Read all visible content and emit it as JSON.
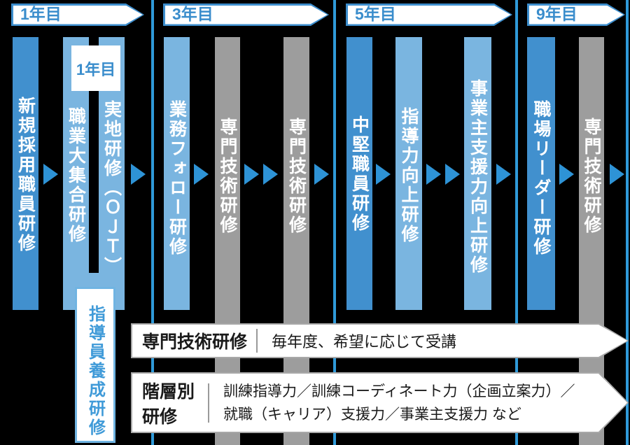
{
  "palette": {
    "background": "#000000",
    "bar_dark_blue": "#4190ce",
    "bar_light_blue": "#7ab5e0",
    "bar_gray": "#9d9d9d",
    "flow_arrow_blue": "#2e93d6",
    "divider_blue": "#2f9ad9",
    "header_text_blue": "#3a8dcc",
    "white": "#ffffff"
  },
  "year_headers": [
    {
      "label": "1年目"
    },
    {
      "label": "3年目"
    },
    {
      "label": "5年目"
    },
    {
      "label": "9年目"
    }
  ],
  "year1_overlay_label": "1年目",
  "bars": [
    {
      "label": "新規採用職員研修",
      "tone": "dark"
    },
    {
      "label": "職業大集合研修",
      "tone": "light"
    },
    {
      "label": "実地研修（ＯＪＴ）",
      "tone": "light"
    },
    {
      "label": "業務フォロー研修",
      "tone": "light"
    },
    {
      "label": "専門技術研修",
      "tone": "gray"
    },
    {
      "label": "専門技術研修",
      "tone": "gray"
    },
    {
      "label": "中堅職員研修",
      "tone": "dark"
    },
    {
      "label": "指導力向上研修",
      "tone": "light"
    },
    {
      "label": "事業主支援力向上研修",
      "tone": "light"
    },
    {
      "label": "職場リーダー研修",
      "tone": "dark"
    },
    {
      "label": "専門技術研修",
      "tone": "gray"
    }
  ],
  "instructor_training_label": "指導員養成研修",
  "legends": [
    {
      "title": "専門技術研修",
      "description": "毎年度、希望に応じて受講"
    },
    {
      "title": "階層別研修",
      "description_line1": "訓練指導力／訓練コーディネート力（企画立案力）／",
      "description_line2": "就職（キャリア）支援力／事業主支援力 など"
    }
  ]
}
